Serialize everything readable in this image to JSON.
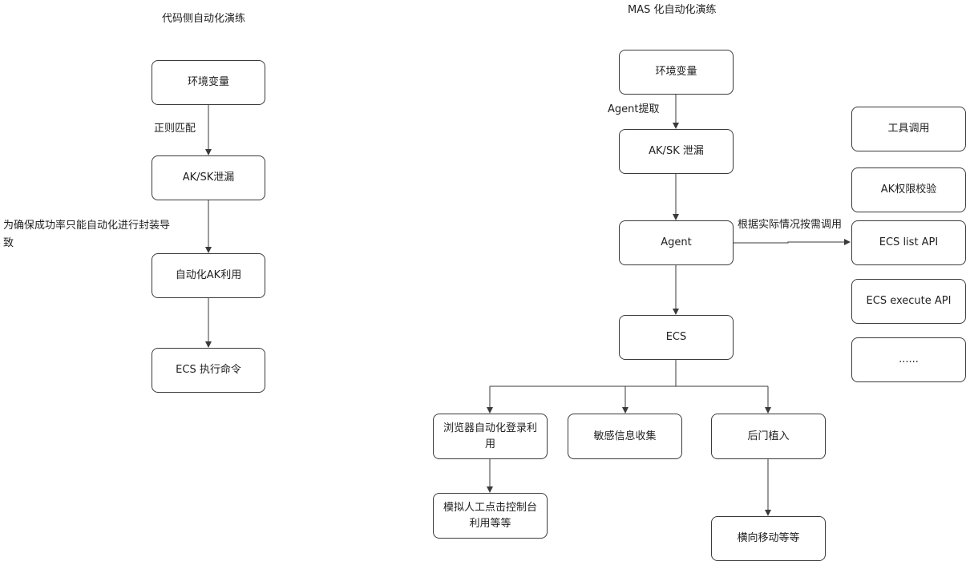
{
  "left": {
    "title": "代码侧自动化演练",
    "nodes": {
      "env": "环境变量",
      "leak": "AK/SK泄漏",
      "auto_use": "自动化AK利用",
      "ecs_exec": "ECS 执行命令"
    },
    "edge_labels": {
      "regex": "正则匹配",
      "reason": "为确保成功率只能自动化进行封装导致"
    }
  },
  "right": {
    "title": "MAS 化自动化演练",
    "nodes": {
      "env": "环境变量",
      "leak": "AK/SK 泄漏",
      "agent": "Agent",
      "ecs": "ECS",
      "browser": "浏览器自动化登录利用",
      "sensitive": "敏感信息收集",
      "backdoor": "后门植入",
      "simulate": "模拟人工点击控制台利用等等",
      "lateral": "横向移动等等"
    },
    "edge_labels": {
      "extract": "Agent提取",
      "on_demand": "根据实际情况按需调用"
    },
    "tools": [
      "工具调用",
      "AK权限校验",
      "ECS list API",
      "ECS execute API",
      "......"
    ]
  }
}
